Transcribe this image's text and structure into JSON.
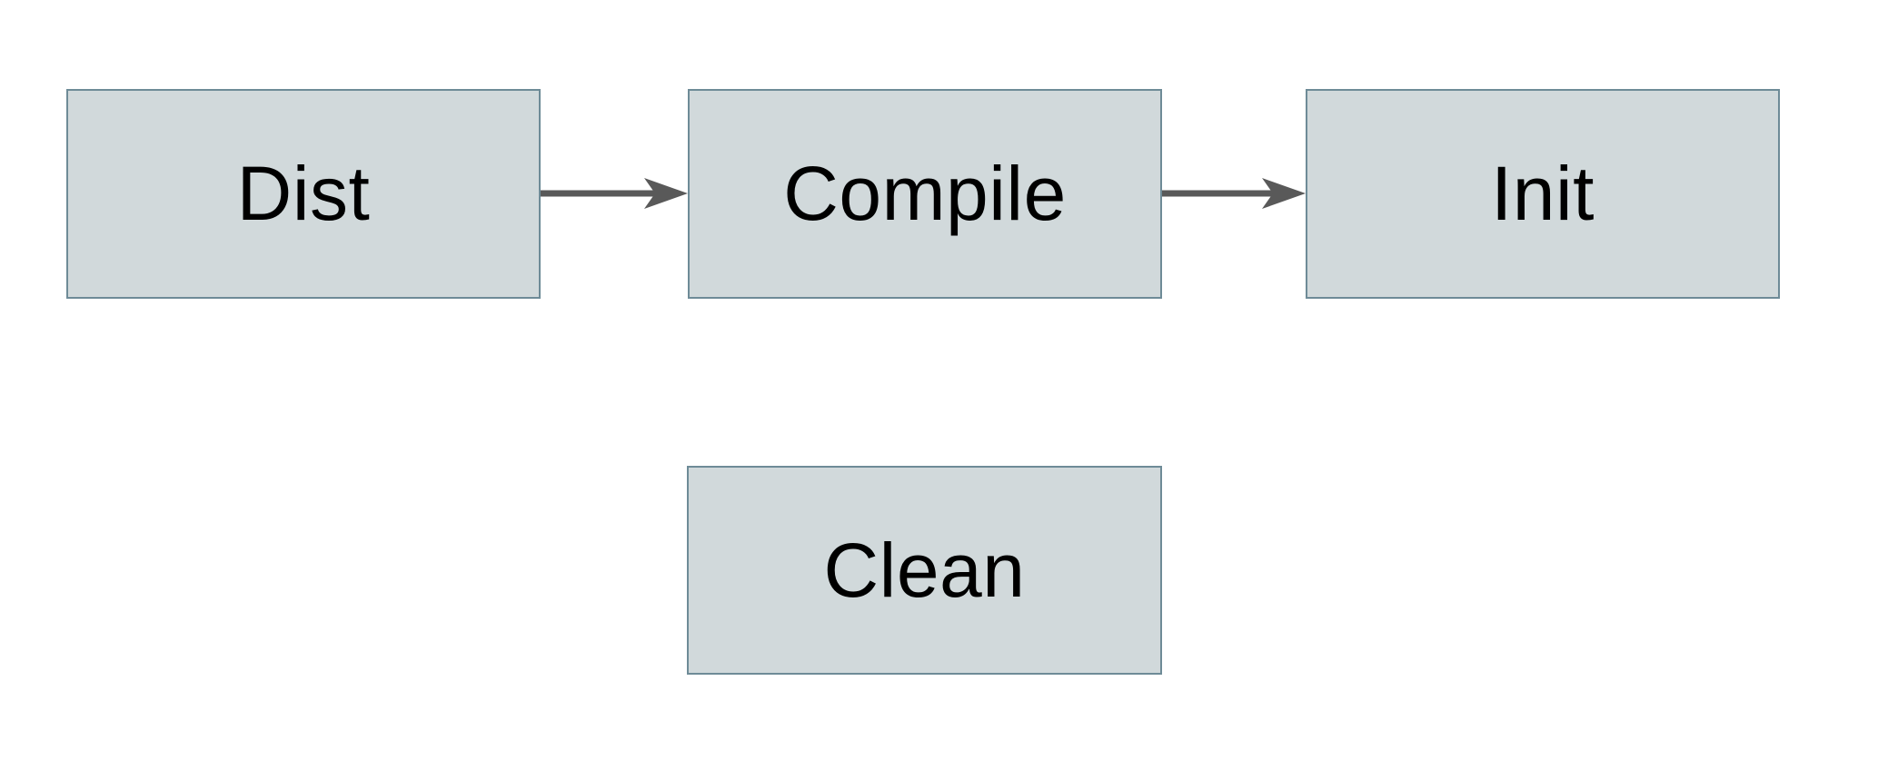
{
  "diagram": {
    "title": "build-targets-flowchart",
    "colors": {
      "background": "#ffffff",
      "box_fill": "#d1d9db",
      "box_border": "#6e8b97",
      "arrow_color": "#595959",
      "text_color": "#000000"
    },
    "nodes": [
      {
        "id": "dist",
        "label": "Dist"
      },
      {
        "id": "compile",
        "label": "Compile"
      },
      {
        "id": "init",
        "label": "Init"
      },
      {
        "id": "clean",
        "label": "Clean"
      }
    ],
    "edges": [
      {
        "from": "dist",
        "to": "compile",
        "style": "arrow"
      },
      {
        "from": "compile",
        "to": "init",
        "style": "arrow"
      }
    ]
  }
}
